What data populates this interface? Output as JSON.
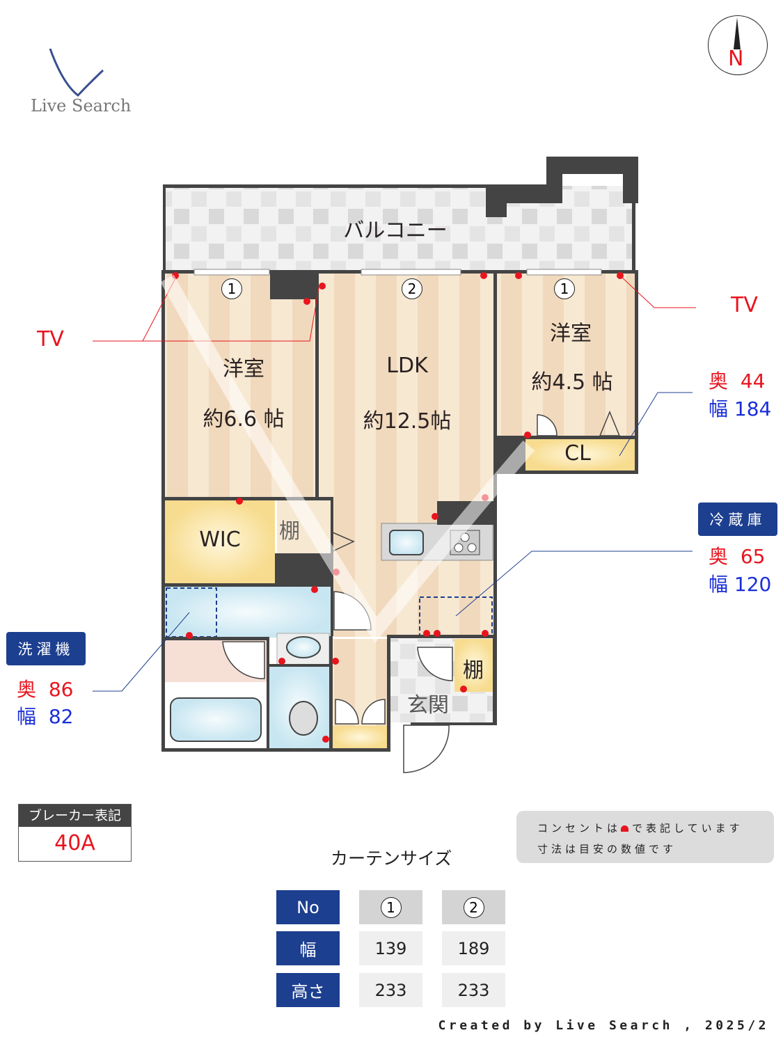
{
  "logo": {
    "text": "Live Search",
    "color": "#3a4f8f"
  },
  "compass": {
    "label": "N",
    "color": "#e8141e"
  },
  "rooms": {
    "balcony": "バルコニー",
    "western_left": {
      "name": "洋室",
      "size": "約6.6 帖"
    },
    "ldk": {
      "name": "LDK",
      "size": "約12.5帖"
    },
    "western_right": {
      "name": "洋室",
      "size": "約4.5 帖"
    },
    "closet": "CL",
    "wic": "WIC",
    "shelf_hall": "棚",
    "shelf_entry": "棚",
    "entrance": "玄関"
  },
  "window_marks": [
    "1",
    "2",
    "1"
  ],
  "annotations": {
    "tv_left": "TV",
    "tv_right": "TV",
    "closet_dims": {
      "depth_label": "奥",
      "depth": "44",
      "width_label": "幅",
      "width": "184"
    },
    "fridge": {
      "title": "冷蔵庫",
      "depth_label": "奥",
      "depth": "65",
      "width_label": "幅",
      "width": "120"
    },
    "washer": {
      "title": "洗濯機",
      "depth_label": "奥",
      "depth": "86",
      "width_label": "幅",
      "width": "82"
    }
  },
  "breaker": {
    "title": "ブレーカー表記",
    "value": "40A"
  },
  "note": {
    "line1_a": "コンセントは",
    "line1_b": "で表記しています",
    "line2": "寸法は目安の数値です"
  },
  "curtain": {
    "title": "カーテンサイズ",
    "headers": [
      "No",
      "幅",
      "高さ"
    ],
    "columns": [
      {
        "no": "1",
        "width": "139",
        "height": "233"
      },
      {
        "no": "2",
        "width": "189",
        "height": "233"
      }
    ]
  },
  "footer": "Created by Live Search , 2025/2",
  "colors": {
    "outlet": "#e8141e",
    "wall": "#444444",
    "floor": "#f3dcc0",
    "water": "#cfe9f3",
    "storage": "#f7dd94",
    "badge": "#1c3f8f"
  }
}
